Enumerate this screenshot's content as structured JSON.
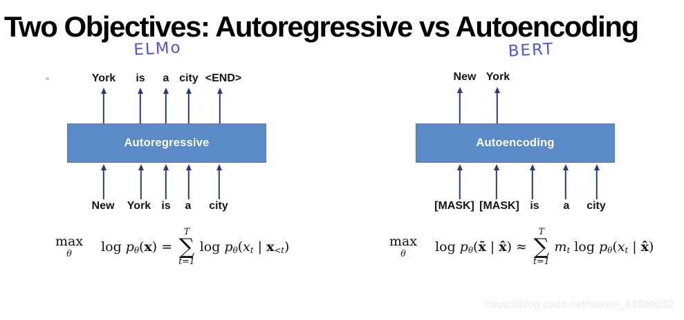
{
  "title": "Two Objectives: Autoregressive vs Autoencoding",
  "colors": {
    "box_fill": "#5b8bc6",
    "box_border": "#4e7cb5",
    "arrow": "#2a3a7e",
    "handwriting": "#4b55e2",
    "watermark": "#e9e9e7"
  },
  "left": {
    "annotation": "ELMo",
    "outputs": [
      "York",
      "is",
      "a",
      "city",
      "<END>"
    ],
    "box_label": "Autoregressive",
    "inputs": [
      "New",
      "York",
      "is",
      "a",
      "city"
    ],
    "formula": {
      "text": "max_θ  log p_θ(x) = Σ_{t=1}^{T} log p_θ(x_t | x_{<t})",
      "operator": "max",
      "operator_sub": "θ",
      "lhs_tokens": [
        [
          "log ",
          "rm"
        ],
        [
          "p",
          "it"
        ],
        [
          "θ",
          "sub"
        ],
        [
          "(",
          "rm"
        ],
        [
          "x",
          "bf"
        ],
        [
          ") = ",
          "rm"
        ]
      ],
      "sum_upper": "T",
      "sum_symbol": "∑",
      "sum_lower": "t=1",
      "rhs_tokens": [
        [
          "log ",
          "rm"
        ],
        [
          "p",
          "it"
        ],
        [
          "θ",
          "sub"
        ],
        [
          "(",
          "rm"
        ],
        [
          "x",
          "it"
        ],
        [
          "t",
          "sub"
        ],
        [
          " | ",
          "rm"
        ],
        [
          "x",
          "bf"
        ],
        [
          "<t",
          "sub"
        ],
        [
          ")",
          "rm"
        ]
      ]
    }
  },
  "right": {
    "annotation": "BERT",
    "outputs": [
      "New",
      "York"
    ],
    "box_label": "Autoencoding",
    "inputs": [
      "[MASK]",
      "[MASK]",
      "is",
      "a",
      "city"
    ],
    "formula": {
      "text": "max_θ  log p_θ(x̄ | x̂) ≈ Σ_{t=1}^{T} m_t log p_θ(x_t | x̂)",
      "operator": "max",
      "operator_sub": "θ",
      "lhs_tokens": [
        [
          "log ",
          "rm"
        ],
        [
          "p",
          "it"
        ],
        [
          "θ",
          "sub"
        ],
        [
          "(",
          "rm"
        ],
        [
          "x̄",
          "bf"
        ],
        [
          " | ",
          "rm"
        ],
        [
          "x̂",
          "bf"
        ],
        [
          ") ≈ ",
          "rm"
        ]
      ],
      "sum_upper": "T",
      "sum_symbol": "∑",
      "sum_lower": "t=1",
      "rhs_tokens": [
        [
          "m",
          "it"
        ],
        [
          "t",
          "sub"
        ],
        [
          " log ",
          "rm"
        ],
        [
          "p",
          "it"
        ],
        [
          "θ",
          "sub"
        ],
        [
          "(",
          "rm"
        ],
        [
          "x",
          "it"
        ],
        [
          "t",
          "sub"
        ],
        [
          " | ",
          "rm"
        ],
        [
          "x̂",
          "bf"
        ],
        [
          ")",
          "rm"
        ]
      ]
    }
  },
  "watermark": "https://blog.csdn.net/weixin_43580252"
}
